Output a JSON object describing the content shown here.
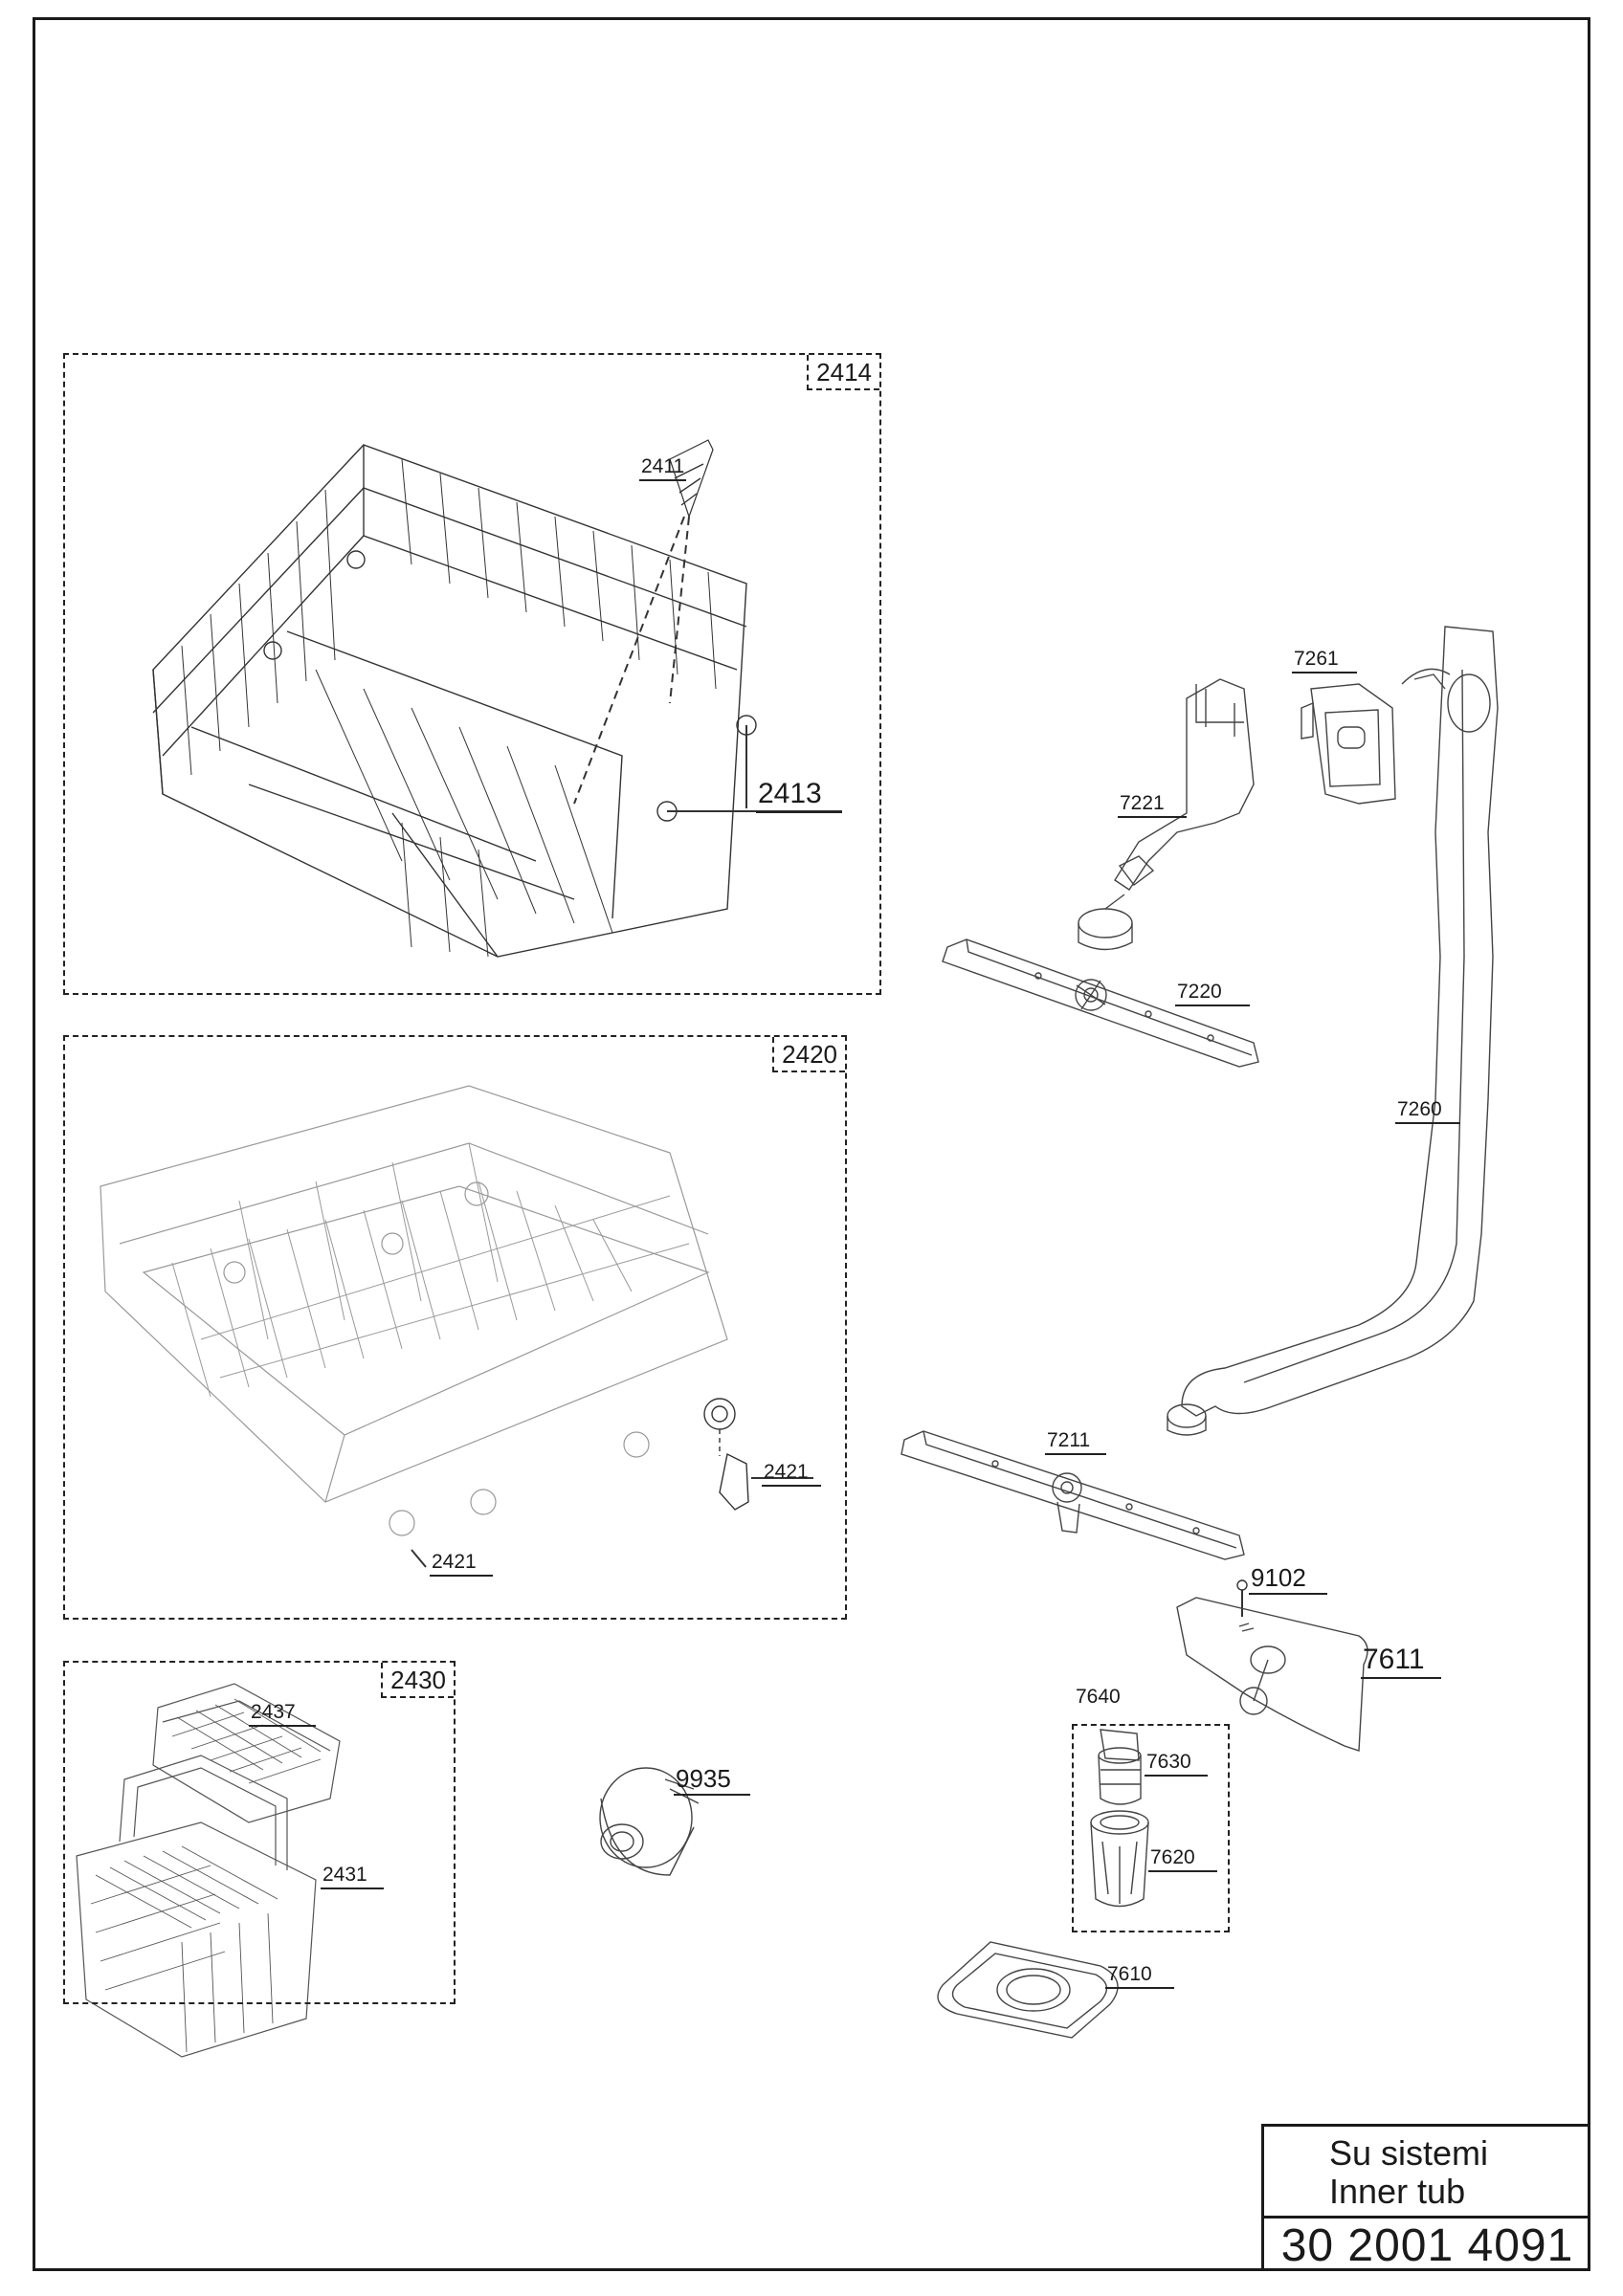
{
  "groups": {
    "upper_basket": "2414",
    "lower_basket": "2420",
    "cutlery_basket": "2430"
  },
  "parts": {
    "p2411": "2411",
    "p2413": "2413",
    "p2421a": "2421",
    "p2421b": "2421",
    "p2437": "2437",
    "p2431": "2431",
    "p9935": "9935",
    "p7221": "7221",
    "p7261": "7261",
    "p7220": "7220",
    "p7260": "7260",
    "p7211": "7211",
    "p9102": "9102",
    "p7611": "7611",
    "p7640": "7640",
    "p7630": "7630",
    "p7620": "7620",
    "p7610": "7610"
  },
  "title_block": {
    "line1": "Su sistemi",
    "line2": "Inner tub",
    "code": "30 2001 4091"
  }
}
